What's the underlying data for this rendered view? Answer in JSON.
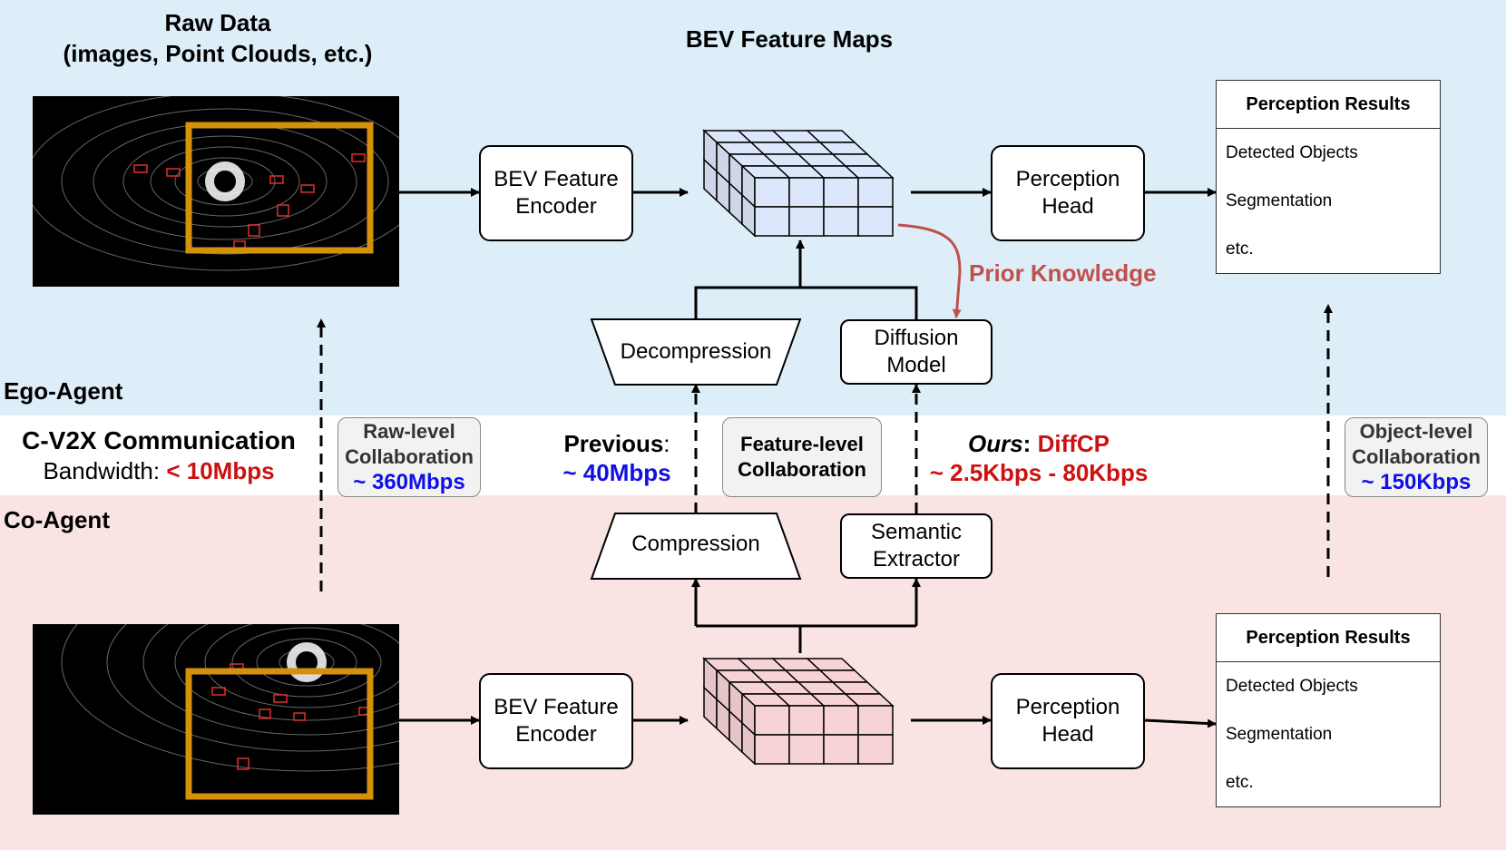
{
  "labels": {
    "raw_data_title": "Raw Data",
    "raw_data_subtitle": "(images, Point Clouds, etc.)",
    "bev_maps_title": "BEV Feature Maps",
    "ego_agent": "Ego-Agent",
    "co_agent": "Co-Agent",
    "comm_title": "C-V2X Communication",
    "bandwidth_label": "Bandwidth: ",
    "bandwidth_value": "< 10Mbps",
    "prior_knowledge": "Prior Knowledge"
  },
  "ego": {
    "encoder_line1": "BEV Feature",
    "encoder_line2": "Encoder",
    "head_line1": "Perception",
    "head_line2": "Head",
    "decompression": "Decompression",
    "diffusion_line1": "Diffusion",
    "diffusion_line2": "Model",
    "results": {
      "header": "Perception Results",
      "items": [
        "Detected Objects",
        "Segmentation",
        "etc."
      ]
    }
  },
  "co": {
    "encoder_line1": "BEV Feature",
    "encoder_line2": "Encoder",
    "head_line1": "Perception",
    "head_line2": "Head",
    "compression": "Compression",
    "semantic_line1": "Semantic",
    "semantic_line2": "Extractor",
    "results": {
      "header": "Perception Results",
      "items": [
        "Detected Objects",
        "Segmentation",
        "etc."
      ]
    }
  },
  "collab": {
    "raw_line1": "Raw-level",
    "raw_line2": "Collaboration",
    "raw_bw": "~ 360Mbps",
    "feature_line1": "Feature-level",
    "feature_line2": "Collaboration",
    "object_line1": "Object-level",
    "object_line2": "Collaboration",
    "object_bw": "~ 150Kbps",
    "previous_label": "Previous",
    "previous_colon": ":",
    "previous_bw": "~ 40Mbps",
    "ours_label": "Ours",
    "ours_colon": ": ",
    "ours_name": "DiffCP",
    "ours_bw": "~ 2.5Kbps - 80Kbps"
  },
  "colors": {
    "ego_band": "#ddeef8",
    "co_band": "#fae3e3",
    "ego_cube": "#dce7fb",
    "co_cube": "#f7d3d6",
    "bbox_frame": "#d4920c",
    "prior_arrow": "#c0504d",
    "bandwidth_blue": "#1010e6",
    "bandwidth_red": "#cc1111"
  }
}
